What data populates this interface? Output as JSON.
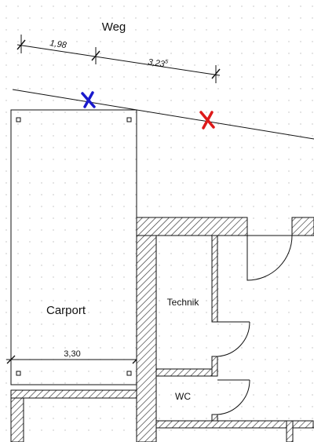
{
  "labels": {
    "street": "Weg",
    "carport": "Carport",
    "technik": "Technik",
    "wc": "WC"
  },
  "dimensions": {
    "segment_1": "1,98",
    "segment_2": "3,23",
    "segment_2_superscript": "5",
    "carport_width": "3,30"
  },
  "markers": [
    {
      "name": "blue-cross-marker",
      "color": "#1a1acc"
    },
    {
      "name": "red-cross-marker",
      "color": "#dd1a1a"
    }
  ],
  "colors": {
    "line": "#111111",
    "grid_dot": "#bdbdbd",
    "hatch": "#333333",
    "background": "#ffffff"
  }
}
